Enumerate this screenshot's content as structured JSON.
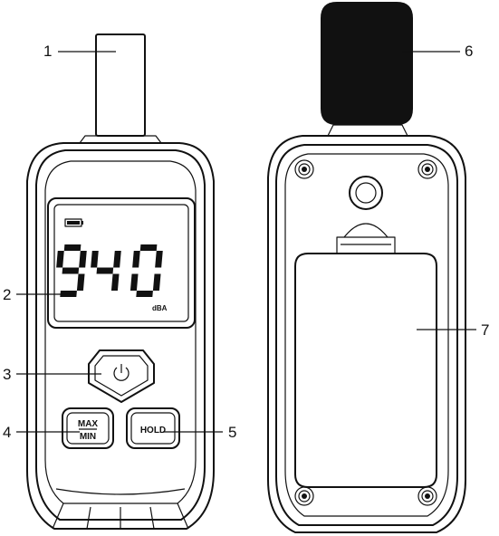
{
  "callouts": {
    "c1": "1",
    "c2": "2",
    "c3": "3",
    "c4": "4",
    "c5": "5",
    "c6": "6",
    "c7": "7"
  },
  "display": {
    "reading": "94.0",
    "unit": "dBA",
    "battery_level": 1.0
  },
  "buttons": {
    "power_icon": "power-icon",
    "maxmin_top": "MAX",
    "maxmin_bottom": "MIN",
    "hold": "HOLD"
  },
  "colors": {
    "line": "#111111",
    "background": "#ffffff",
    "foam": "#111111"
  }
}
